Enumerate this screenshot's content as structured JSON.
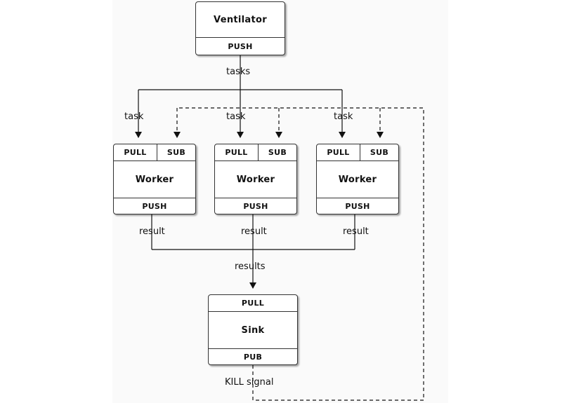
{
  "ventilator": {
    "name": "Ventilator",
    "socket": "PUSH"
  },
  "workers": [
    {
      "pull": "PULL",
      "sub": "SUB",
      "name": "Worker",
      "push": "PUSH"
    },
    {
      "pull": "PULL",
      "sub": "SUB",
      "name": "Worker",
      "push": "PUSH"
    },
    {
      "pull": "PULL",
      "sub": "SUB",
      "name": "Worker",
      "push": "PUSH"
    }
  ],
  "sink": {
    "pull": "PULL",
    "name": "Sink",
    "pub": "PUB"
  },
  "labels": {
    "tasks": "tasks",
    "task": "task",
    "result": "result",
    "results": "results",
    "kill_signal": "KILL signal"
  }
}
